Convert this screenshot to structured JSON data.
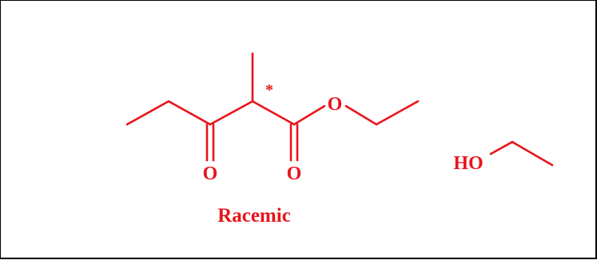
{
  "diagram": {
    "color": "#e8141b",
    "labels": {
      "ester_oxygen": "O",
      "ketone_oxygen": "O",
      "ester_carbonyl_oxygen": "O",
      "stereocenter_mark": "*",
      "ethanol_hydroxyl": "HO"
    },
    "caption": "Racemic"
  }
}
